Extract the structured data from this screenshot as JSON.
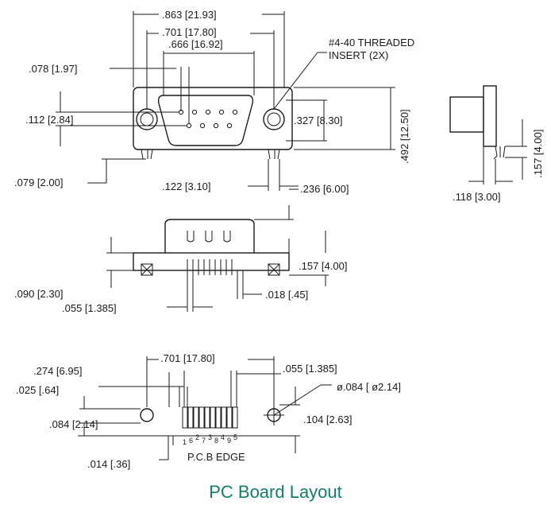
{
  "colors": {
    "line": "#1a1a1a",
    "caption": "#0f7f6a"
  },
  "top_view": {
    "dims": [
      ".863 [21.93]",
      ".701 [17.80]",
      ".666 [16.92]",
      ".078 [1.97]",
      ".112 [2.84]",
      ".327 [8.30]",
      ".492 [12.50]",
      ".079 [2.00]",
      ".122 [3.10]"
    ],
    "callout_line1": "#4-40 THREADED",
    "callout_line2": "INSERT (2X)"
  },
  "side_view": {
    "dims": [
      ".157 [4.00]",
      ".118 [3.00]"
    ]
  },
  "front_view": {
    "dims": [
      ".236 [6.00]",
      ".157 [4.00]",
      ".090 [2.30]",
      ".018 [.45]",
      ".055 [1.385]"
    ]
  },
  "pcb_layout": {
    "dims": [
      ".701 [17.80]",
      ".274 [6.95]",
      ".055 [1.385]",
      ".025 [.64]",
      "ø.084 [ ø2.14]",
      ".084 [2.14]",
      ".104 [2.63]",
      ".014 [.36]"
    ],
    "pin_numbers": [
      "1",
      "6",
      "2",
      "7",
      "3",
      "8",
      "4",
      "9",
      "5"
    ],
    "edge_label": "P.C.B EDGE"
  },
  "caption": "PC Board Layout"
}
